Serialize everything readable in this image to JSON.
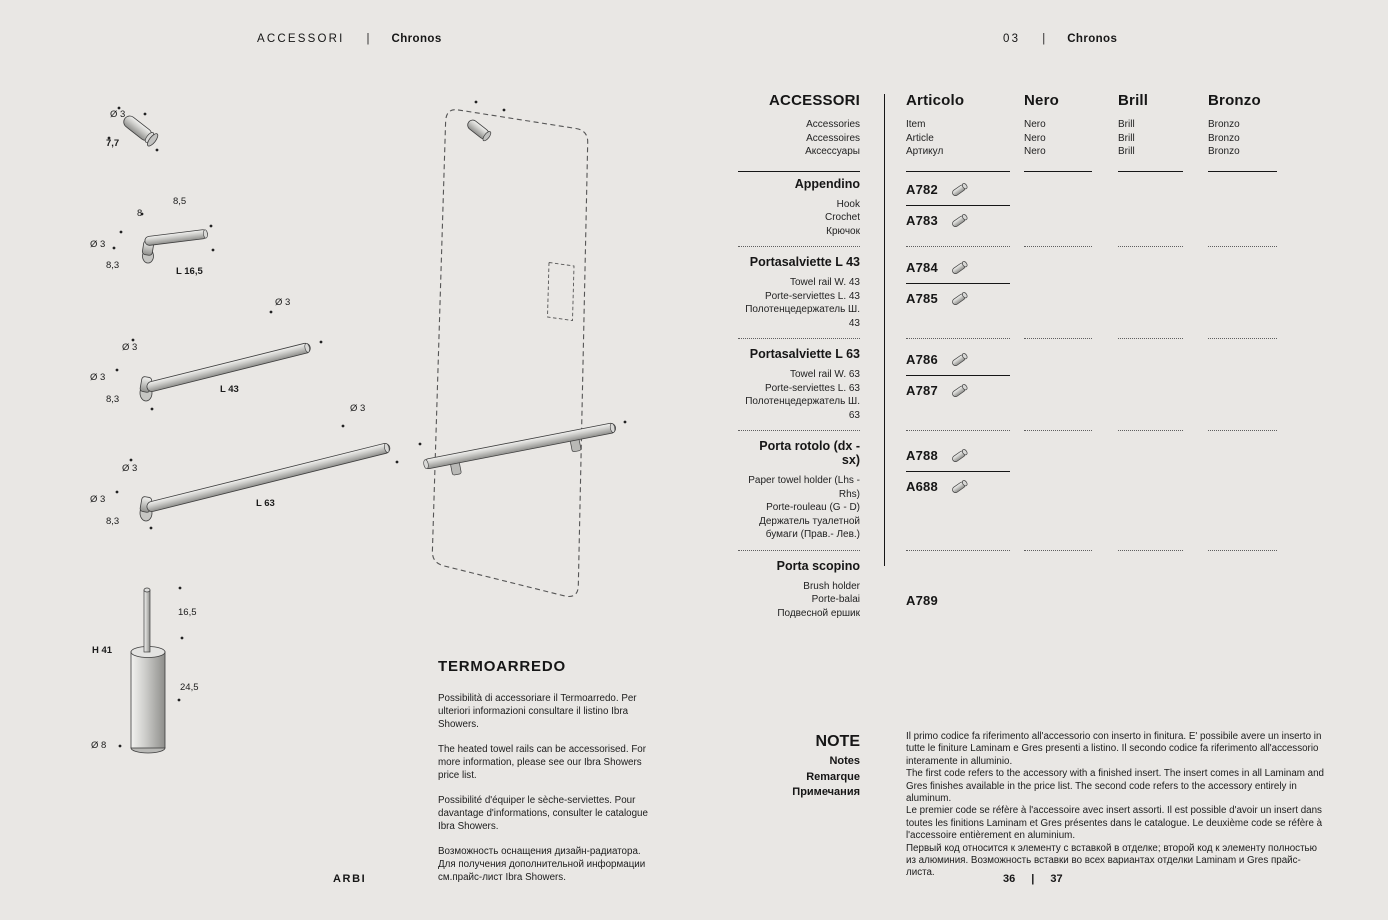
{
  "colors": {
    "background": "#e9e7e4",
    "text": "#161616",
    "rule": "#161616",
    "metal_light": "#f2f2f0",
    "metal_dark": "#8e8e8b"
  },
  "icons": {
    "finish_insert": "tilted-metal-cylinder"
  },
  "page_header": {
    "left": {
      "section": "ACCESSORI",
      "divider": "|",
      "title": "Chronos"
    },
    "right": {
      "number": "03",
      "divider": "|",
      "title": "Chronos"
    }
  },
  "footer": {
    "brand": "ARBI",
    "page_left": "36",
    "divider": "|",
    "page_right": "37"
  },
  "drawings": {
    "labels": {
      "hook_diameter": "Ø 3",
      "hook_height": "7,7",
      "rail165_top": "8,5",
      "rail165_offset": "8",
      "rail165_diameter": "Ø 3",
      "rail165_depth": "8,3",
      "rail165_length": "L 16,5",
      "rail43_d1": "Ø 3",
      "rail43_d2": "Ø 3",
      "rail43_d3": "Ø 3",
      "rail43_depth": "8,3",
      "rail43_length": "L 43",
      "rail63_d1": "Ø 3",
      "rail63_d2": "Ø 3",
      "rail63_d3": "Ø 3",
      "rail63_depth": "8,3",
      "rail63_length": "L 63",
      "brush_top": "16,5",
      "brush_height": "H 41",
      "brush_mid": "24,5",
      "brush_diameter": "Ø 8"
    }
  },
  "table": {
    "columns": [
      {
        "title": "ACCESSORI",
        "subs": [
          "Accessories",
          "Accessoires",
          "Аксессуары"
        ]
      },
      {
        "title": "Articolo",
        "subs": [
          "Item",
          "Article",
          "Артикул"
        ]
      },
      {
        "title": "Nero",
        "subs": [
          "Nero",
          "Nero",
          "Nero"
        ]
      },
      {
        "title": "Brill",
        "subs": [
          "Brill",
          "Brill",
          "Brill"
        ]
      },
      {
        "title": "Bronzo",
        "subs": [
          "Bronzo",
          "Bronzo",
          "Bronzo"
        ]
      }
    ],
    "rows": [
      {
        "name": "Appendino",
        "subs": [
          "Hook",
          "Crochet",
          "Крючок"
        ],
        "code1": "A782",
        "code2": "A783"
      },
      {
        "name": "Portasalviette L 43",
        "subs": [
          "Towel rail W. 43",
          "Porte-serviettes L. 43",
          "Полотенцедержатель Ш. 43"
        ],
        "code1": "A784",
        "code2": "A785"
      },
      {
        "name": "Portasalviette L 63",
        "subs": [
          "Towel rail W. 63",
          "Porte-serviettes L. 63",
          "Полотенцедержатель Ш. 63"
        ],
        "code1": "A786",
        "code2": "A787"
      },
      {
        "name": "Porta rotolo (dx - sx)",
        "subs": [
          "Paper towel holder (Lhs - Rhs)",
          "Porte-rouleau (G - D)",
          "Держатель туалетной",
          "бумаги (Прав.- Лев.)"
        ],
        "code1": "A788",
        "code2": "A688"
      },
      {
        "name": "Porta scopino",
        "subs": [
          "Brush holder",
          "Porte-balai",
          "Подвесной ершик"
        ],
        "code1": "A789"
      }
    ]
  },
  "termoarredo": {
    "title": "TERMOARREDO",
    "paragraphs": [
      "Possibilità di accessoriare il Termoarredo. Per ulteriori informazioni consultare il listino Ibra Showers.",
      "The heated towel rails can be accessorised. For more information, please see our Ibra Showers price list.",
      "Possibilité d'équiper le sèche-serviettes. Pour davantage d'informations, consulter le catalogue Ibra Showers.",
      "Возможность оснащения дизайн-радиатора. Для получения дополнительной информации см.прайс-лист Ibra Showers."
    ]
  },
  "note": {
    "title": "NOTE",
    "subs": [
      "Notes",
      "Remarque",
      "Примечания"
    ],
    "paragraphs": [
      "Il primo codice fa riferimento all'accessorio con inserto in finitura. E' possibile avere un inserto in tutte le finiture Laminam e Gres presenti a listino. Il secondo codice fa riferimento all'accessorio interamente in alluminio.",
      "The first code refers to the accessory with a finished insert. The insert comes in all Laminam and Gres finishes available in the price list. The second code refers to the accessory entirely in aluminum.",
      "Le premier code se réfère à l'accessoire avec insert assorti. Il est possible d'avoir un insert dans toutes les finitions Laminam et Gres présentes dans le catalogue. Le deuxième code se réfère à l'accessoire entièrement en aluminium.",
      "Первый код относится к элементу с вставкой в отделке; второй код к элементу полностью из алюминия. Возможность вставки во всех вариантах отделки Laminam и Gres прайс-листа."
    ]
  }
}
